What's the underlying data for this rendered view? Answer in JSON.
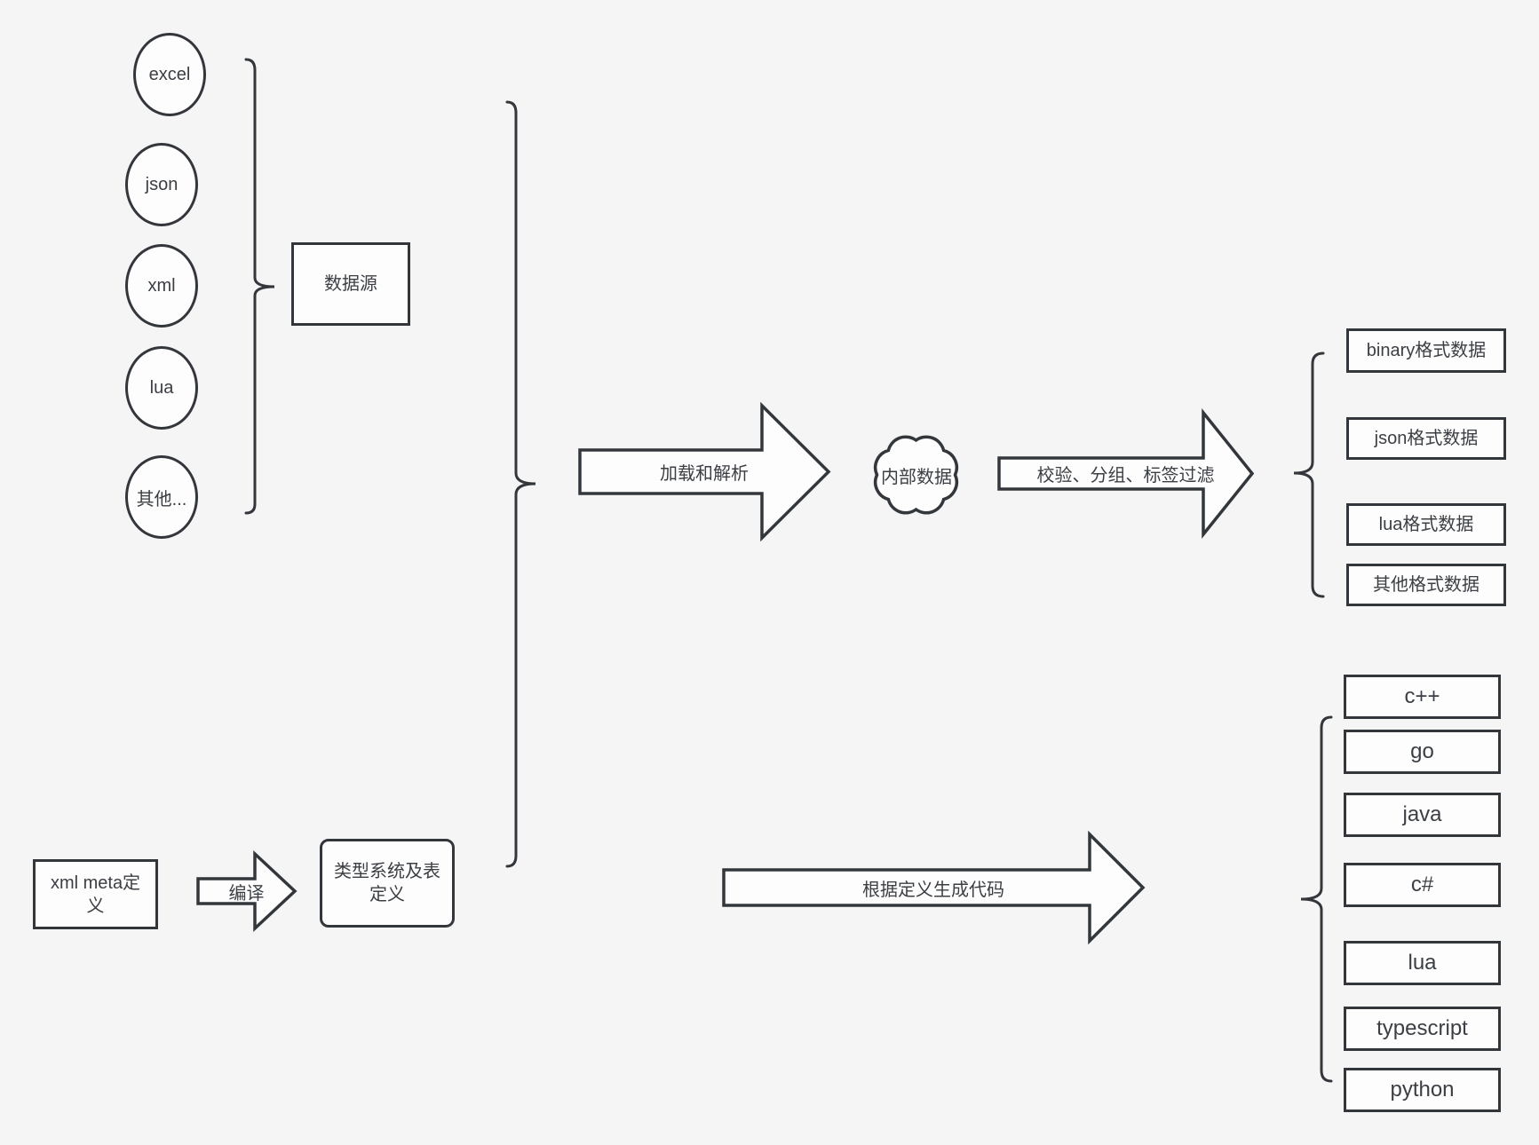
{
  "theme": {
    "background": "#f5f5f5",
    "stroke": "#33373b",
    "text": "#3b3f43",
    "shape_fill": "#fdfdfe"
  },
  "sources": {
    "group_label": "数据源",
    "items": [
      "excel",
      "json",
      "xml",
      "lua",
      "其他..."
    ]
  },
  "flow": {
    "load_arrow_label": "加载和解析",
    "cloud_label": "内部数据",
    "filter_arrow_label": "校验、分组、标签过滤",
    "formats": [
      "binary格式数据",
      "json格式数据",
      "lua格式数据",
      "其他格式数据"
    ]
  },
  "definition": {
    "xml_meta_label": "xml meta定义",
    "compile_arrow_label": "编译",
    "type_system_label": "类型系统及表定义",
    "codegen_arrow_label": "根据定义生成代码",
    "languages": [
      "c++",
      "go",
      "java",
      "c#",
      "lua",
      "typescript",
      "python"
    ]
  }
}
